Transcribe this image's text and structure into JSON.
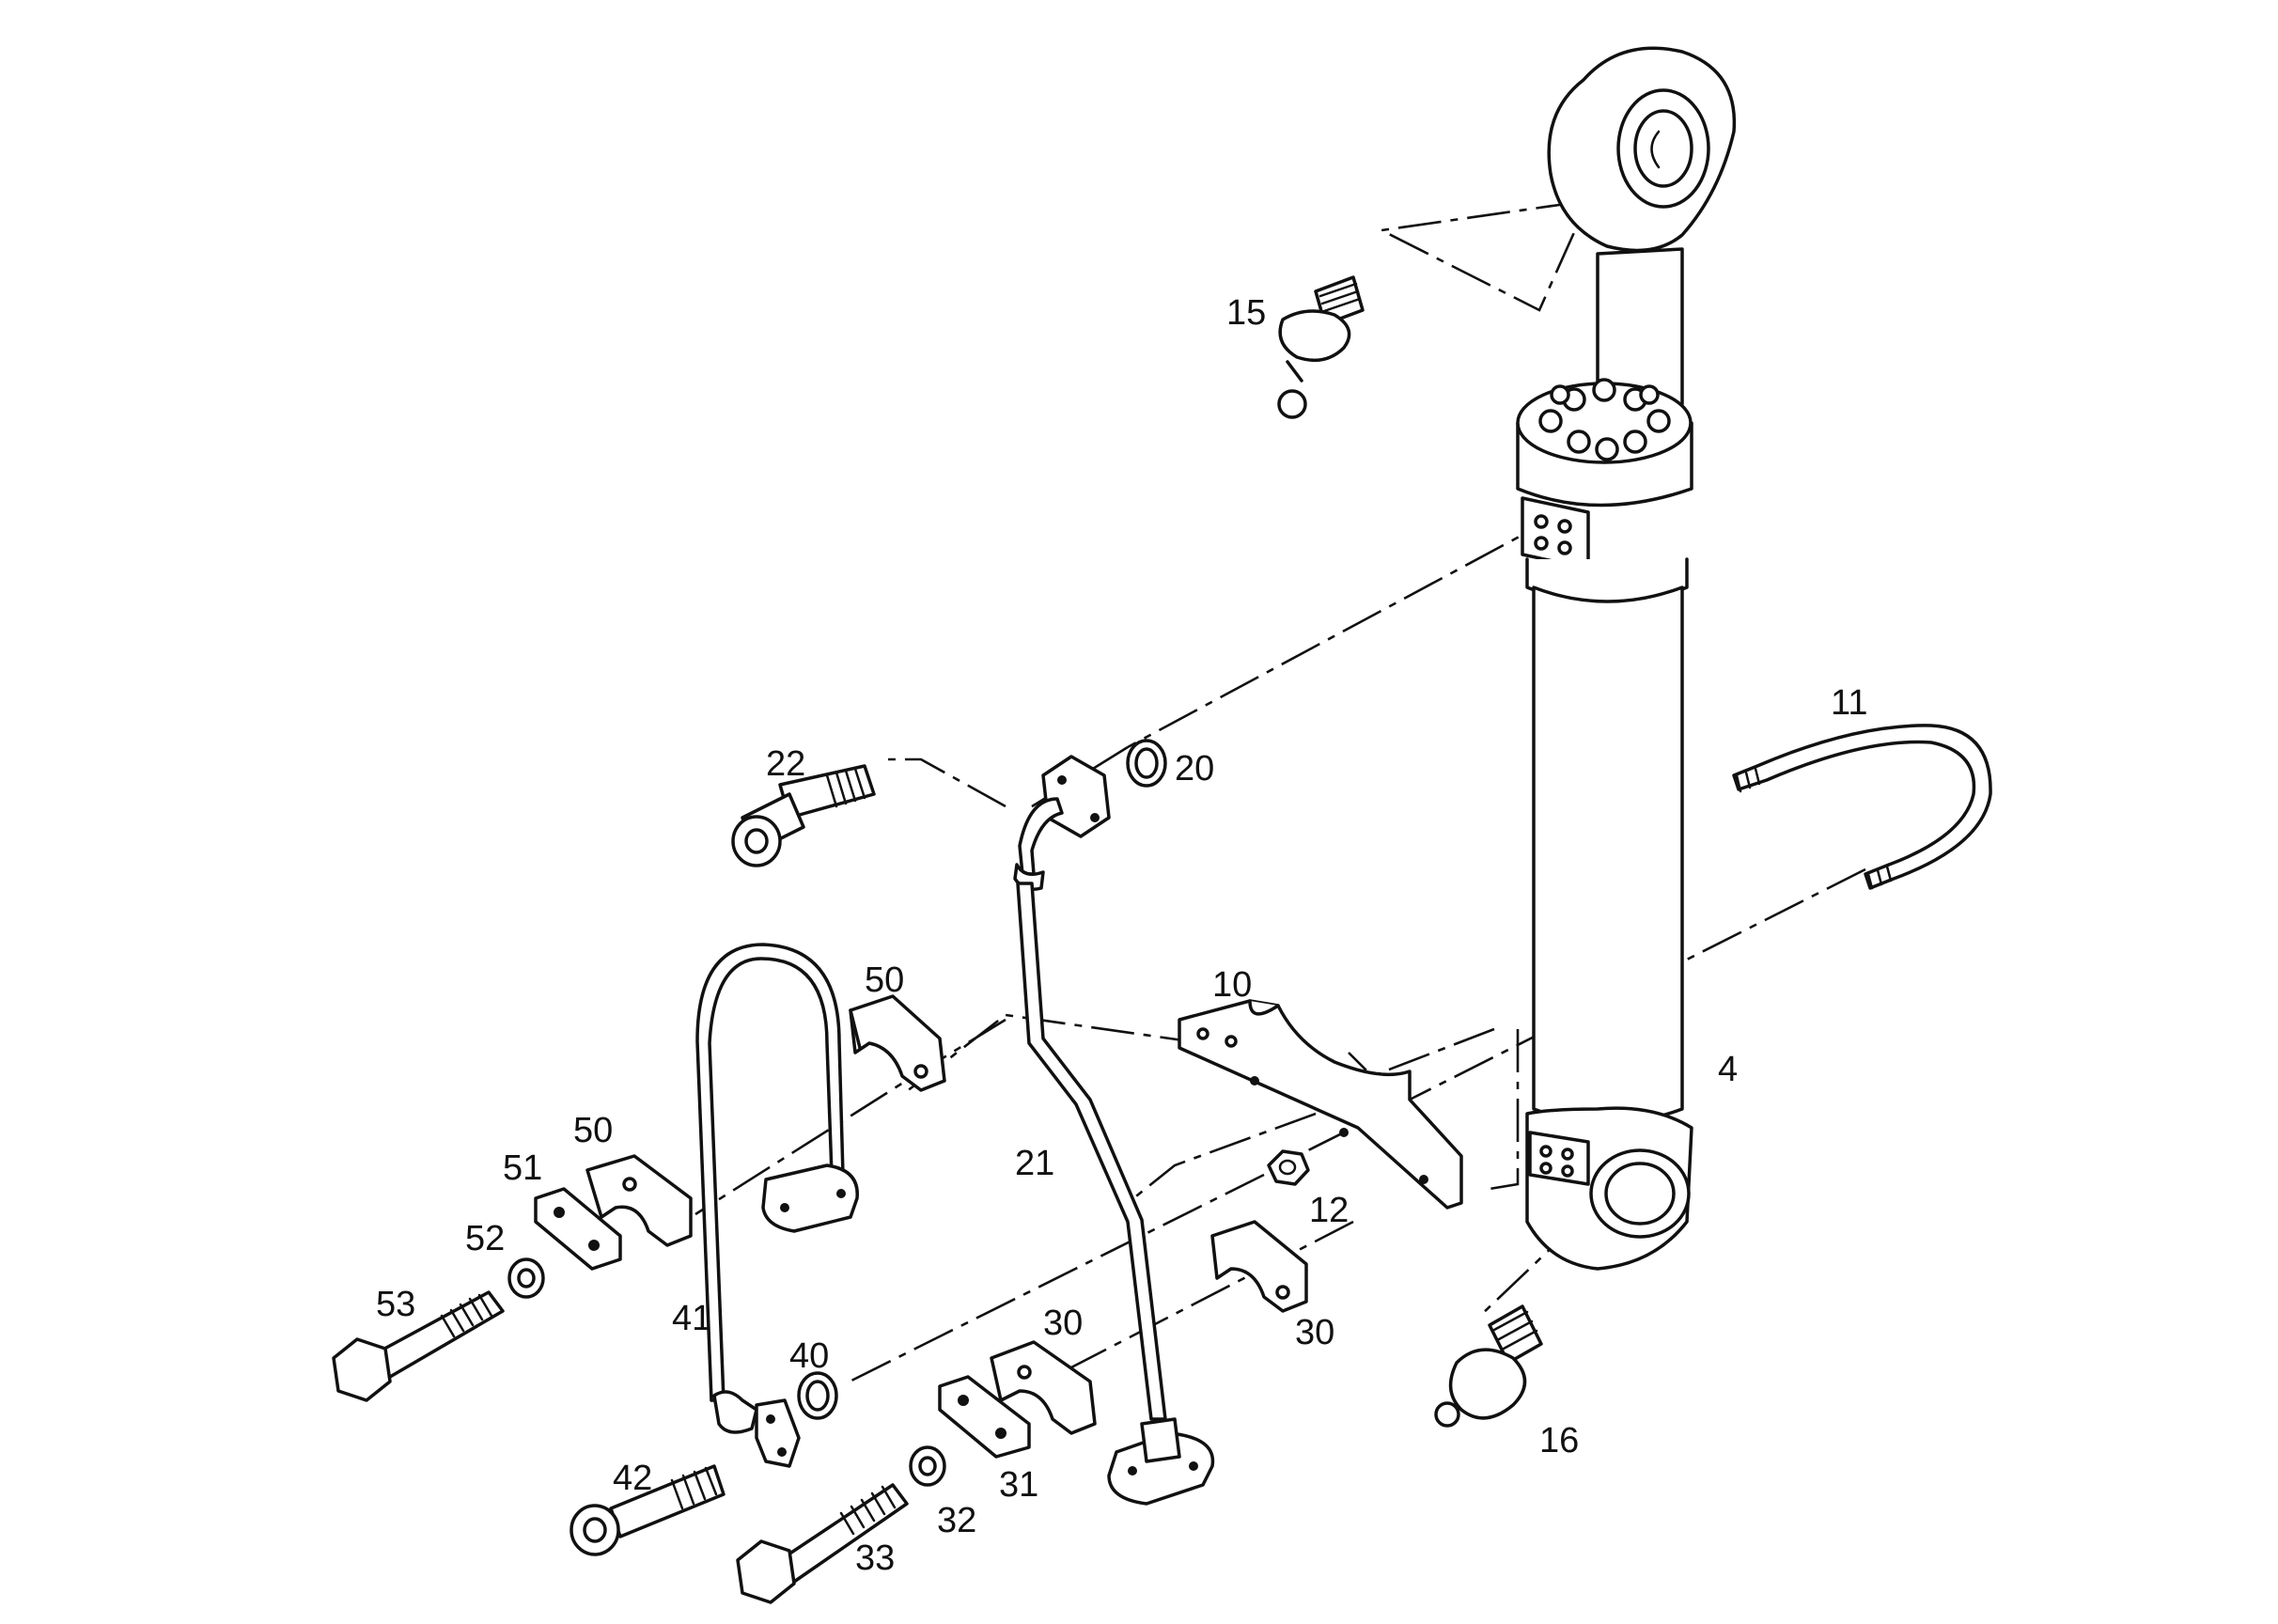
{
  "diagram": {
    "callouts": {
      "c4": "4",
      "c10": "10",
      "c11": "11",
      "c12": "12",
      "c15": "15",
      "c16": "16",
      "c20": "20",
      "c21": "21",
      "c22": "22",
      "c30a": "30",
      "c30b": "30",
      "c31": "31",
      "c32": "32",
      "c33": "33",
      "c40": "40",
      "c41": "41",
      "c42": "42",
      "c50a": "50",
      "c50b": "50",
      "c51": "51",
      "c52": "52",
      "c53": "53"
    },
    "colors": {
      "ink": "#111111",
      "paper": "#ffffff"
    }
  }
}
